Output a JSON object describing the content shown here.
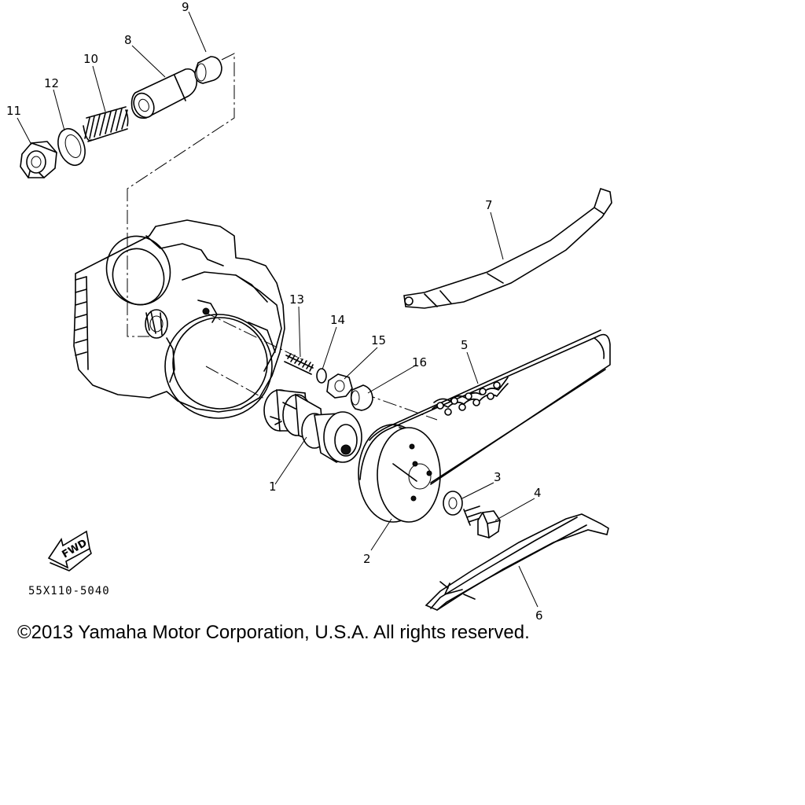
{
  "diagram": {
    "callouts": [
      {
        "id": "1",
        "label": "1"
      },
      {
        "id": "2",
        "label": "2"
      },
      {
        "id": "3",
        "label": "3"
      },
      {
        "id": "4",
        "label": "4"
      },
      {
        "id": "5",
        "label": "5"
      },
      {
        "id": "6",
        "label": "6"
      },
      {
        "id": "7",
        "label": "7"
      },
      {
        "id": "8",
        "label": "8"
      },
      {
        "id": "9",
        "label": "9"
      },
      {
        "id": "10",
        "label": "10"
      },
      {
        "id": "11",
        "label": "11"
      },
      {
        "id": "12",
        "label": "12"
      },
      {
        "id": "13",
        "label": "13"
      },
      {
        "id": "14",
        "label": "14"
      },
      {
        "id": "15",
        "label": "15"
      },
      {
        "id": "16",
        "label": "16"
      }
    ],
    "fwd_label": "FWD",
    "drawing_code": "55X110-5040"
  },
  "copyright": "©2013 Yamaha Motor Corporation, U.S.A. All rights reserved."
}
